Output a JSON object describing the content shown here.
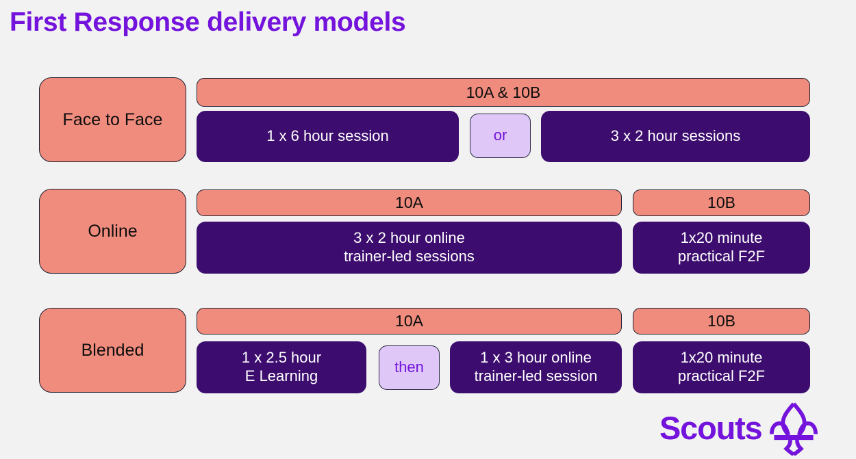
{
  "page": {
    "title": "First Response delivery models",
    "background_color": "#f2f2f2",
    "accent_purple": "#7413dc",
    "deep_purple": "#3c0d6e",
    "salmon": "#f08c7d",
    "lavender": "#dfc7f7"
  },
  "rows": [
    {
      "label": "Face to Face",
      "headers": [
        {
          "text": "10A & 10B"
        }
      ],
      "cells": [
        {
          "kind": "session",
          "line1": "1 x 6 hour session",
          "line2": ""
        },
        {
          "kind": "connector",
          "line1": "or",
          "line2": ""
        },
        {
          "kind": "session",
          "line1": "3 x 2 hour sessions",
          "line2": ""
        }
      ]
    },
    {
      "label": "Online",
      "headers": [
        {
          "text": "10A"
        },
        {
          "text": "10B"
        }
      ],
      "cells": [
        {
          "kind": "session",
          "line1": "3 x 2 hour online",
          "line2": "trainer-led sessions"
        },
        {
          "kind": "session",
          "line1": "1x20 minute",
          "line2": "practical F2F"
        }
      ]
    },
    {
      "label": "Blended",
      "headers": [
        {
          "text": "10A"
        },
        {
          "text": "10B"
        }
      ],
      "cells": [
        {
          "kind": "session",
          "line1": "1 x 2.5 hour",
          "line2": "E Learning"
        },
        {
          "kind": "connector",
          "line1": "then",
          "line2": ""
        },
        {
          "kind": "session",
          "line1": "1 x 3 hour online",
          "line2": "trainer-led session"
        },
        {
          "kind": "session",
          "line1": "1x20 minute",
          "line2": "practical F2F"
        }
      ]
    }
  ],
  "logo": {
    "wordmark": "Scouts",
    "mark_name": "fleur-de-lis"
  }
}
